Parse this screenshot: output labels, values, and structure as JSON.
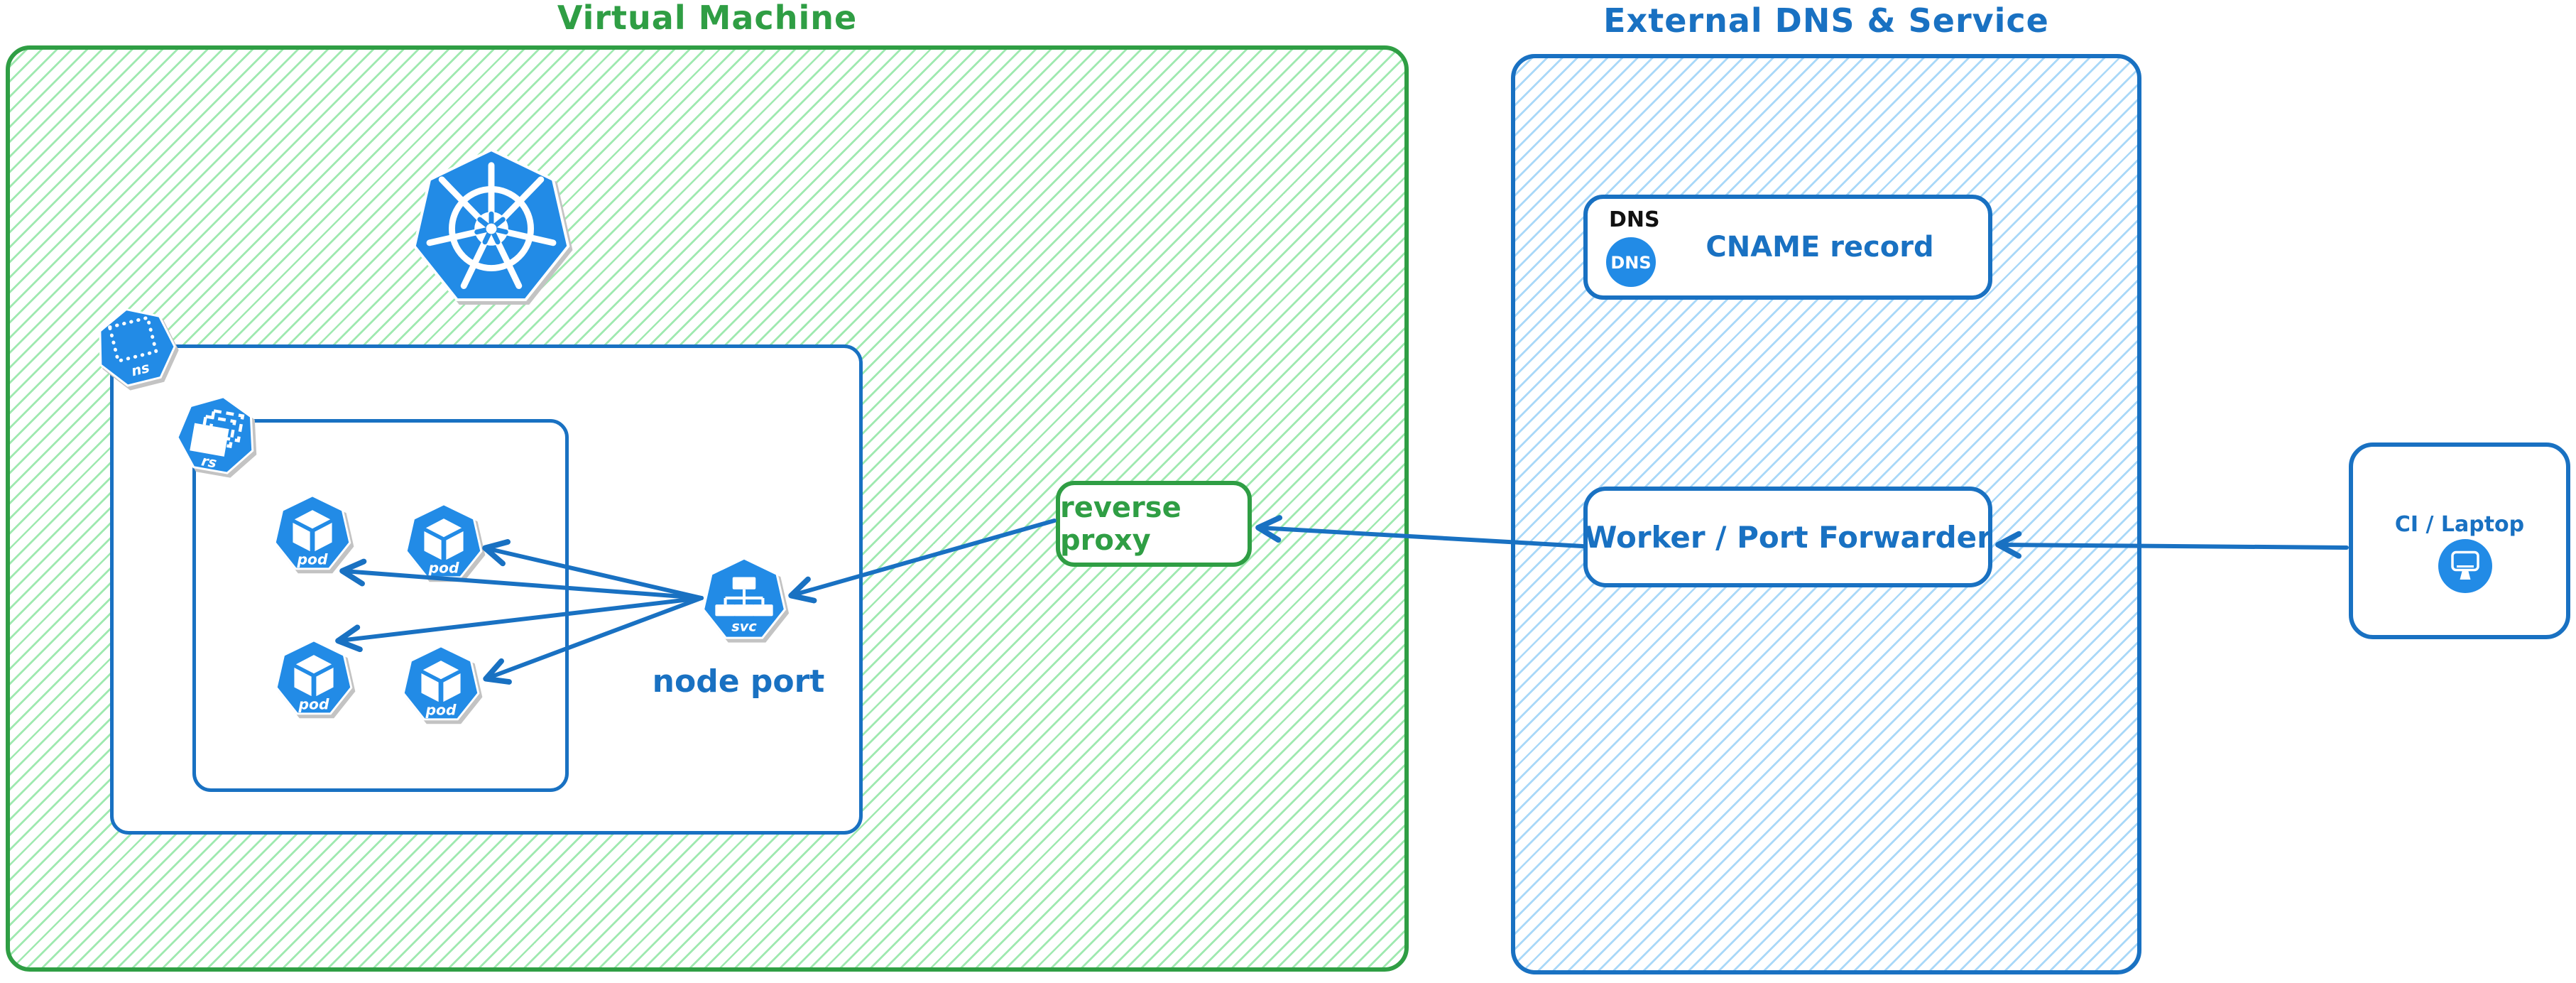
{
  "vm": {
    "title": "Virtual Machine"
  },
  "external_dns": {
    "title": "External DNS & Service"
  },
  "kubernetes": {
    "namespace_label": "ns",
    "replicaset_label": "rs",
    "pod_label": "pod",
    "service_label": "svc",
    "node_port_label": "node port"
  },
  "reverse_proxy": {
    "label": "reverse proxy"
  },
  "dns": {
    "heading": "DNS",
    "badge": "DNS",
    "record_label": "CNAME record"
  },
  "worker": {
    "label": "Worker / Port Forwarder"
  },
  "ci": {
    "label": "CI / Laptop"
  },
  "arrows": [
    {
      "from": "node-port-service",
      "to": "pod-1"
    },
    {
      "from": "node-port-service",
      "to": "pod-2"
    },
    {
      "from": "node-port-service",
      "to": "pod-3"
    },
    {
      "from": "node-port-service",
      "to": "pod-4"
    },
    {
      "from": "reverse-proxy",
      "to": "node-port-service"
    },
    {
      "from": "worker-port-forwarder",
      "to": "reverse-proxy"
    },
    {
      "from": "ci-laptop",
      "to": "worker-port-forwarder"
    }
  ],
  "colors": {
    "green_stroke": "#2f9e44",
    "green_hatch": "#9fe9b0",
    "blue_stroke": "#1971c2",
    "blue_hatch": "#a9d8f8",
    "icon_blue": "#228be6"
  }
}
